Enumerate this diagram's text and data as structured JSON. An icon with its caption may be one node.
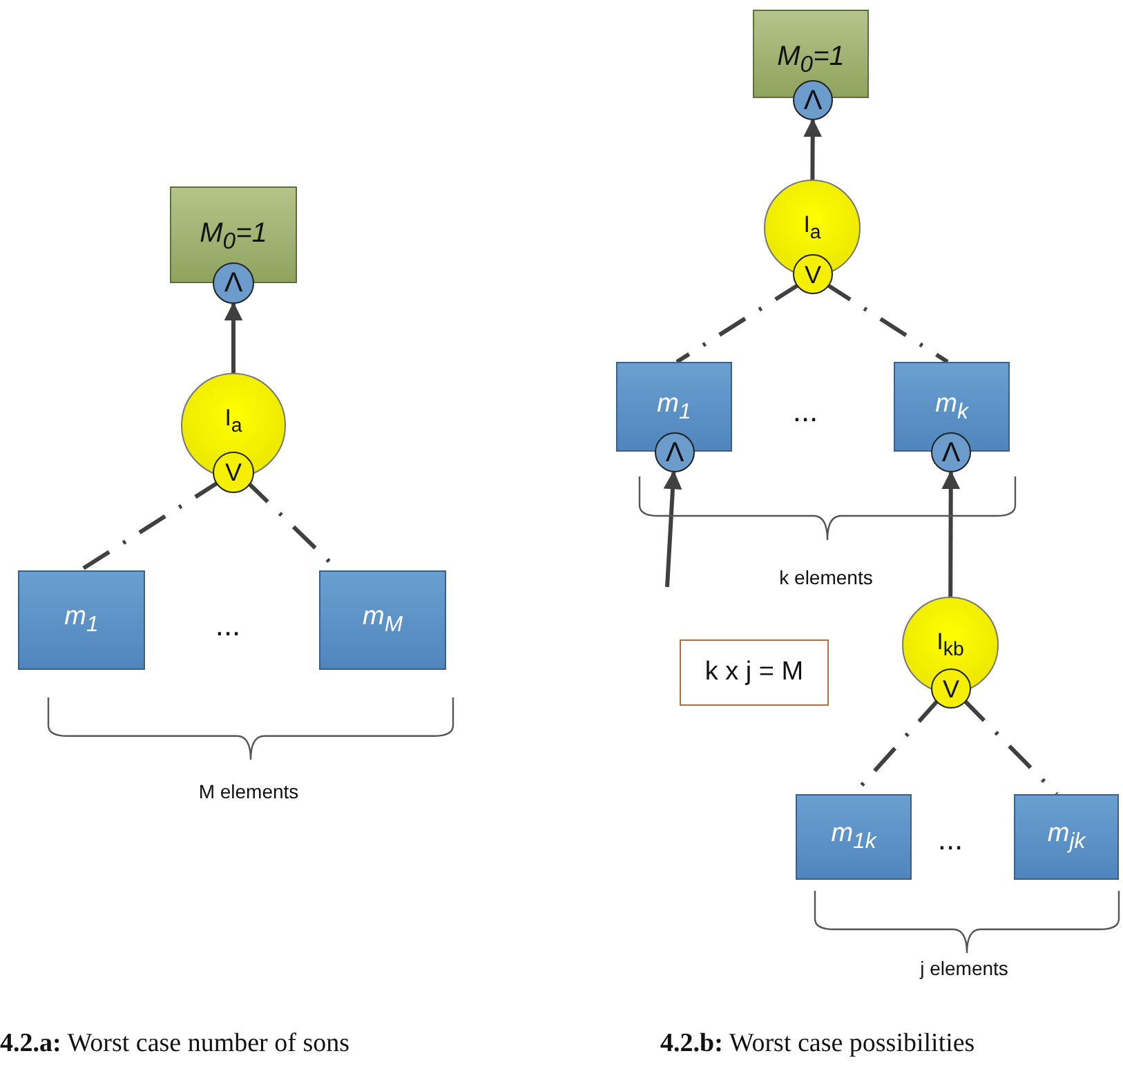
{
  "diagram": {
    "nodes": [
      {
        "text": [
          "M$_{0}$=1"
        ]
      },
      {
        "text": [
          "Λ"
        ]
      },
      {
        "text": [
          "I$_{a}$"
        ]
      },
      {
        "text": [
          "V"
        ]
      },
      {
        "text": [
          "m$_{1}$"
        ]
      },
      {
        "text": [
          "m$_{M}$"
        ]
      },
      {
        "text": [
          "M$_{0}$=1"
        ]
      },
      {
        "text": [
          "Λ"
        ]
      },
      {
        "text": [
          "I$_{a}$"
        ]
      },
      {
        "text": [
          "V"
        ]
      },
      {
        "text": [
          "m$_{1}$"
        ]
      },
      {
        "text": [
          "Λ"
        ]
      },
      {
        "text": [
          "m$_{k}$"
        ]
      },
      {
        "text": [
          "Λ"
        ]
      },
      {
        "text": [
          "k x j = M"
        ]
      },
      {
        "text": [
          "I$_{kb}$"
        ]
      },
      {
        "text": [
          "V"
        ]
      },
      {
        "text": [
          "m$_{1k}$"
        ]
      },
      {
        "text": [
          "m$_{jk}$"
        ]
      }
    ],
    "edges": [
      {
        "from": 2,
        "to": 1,
        "arrow": "to"
      },
      {
        "from": 3,
        "to": 4,
        "arrow": "other",
        "style": "dashed"
      },
      {
        "from": 3,
        "to": 5,
        "arrow": "other",
        "style": "dashed"
      },
      {
        "from": 8,
        "to": 7,
        "arrow": "to"
      },
      {
        "from": 9,
        "to": 10,
        "arrow": "other",
        "style": "dashed"
      },
      {
        "from": 9,
        "to": 12,
        "arrow": "other",
        "style": "dashed"
      },
      {
        "from": null,
        "to": 11,
        "arrow": "to"
      },
      {
        "from": 15,
        "to": 13,
        "arrow": "to"
      },
      {
        "from": 16,
        "to": 17,
        "arrow": "other",
        "style": "dashed"
      },
      {
        "from": 16,
        "to": 18,
        "arrow": "other",
        "style": "dashed"
      }
    ],
    "labels": [
      "...",
      "M elements",
      "...",
      "k elements",
      "...",
      "j elements",
      "**4.2.a:** Worst case number of sons",
      "**4.2.b:** Worst case possibilities"
    ]
  }
}
